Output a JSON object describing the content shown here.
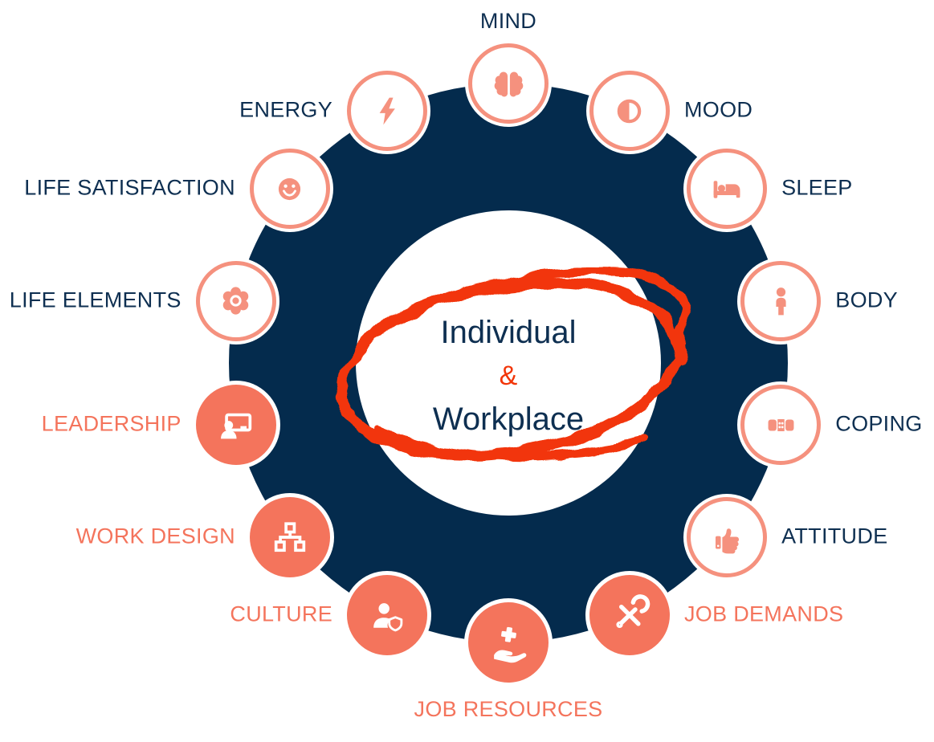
{
  "center": {
    "line1": "Individual",
    "line2": "&",
    "line3": "Workplace"
  },
  "colors": {
    "navy_ring": "#042B4D",
    "label_navy": "#0E2F51",
    "salmon_light": "#F5917E",
    "coral": "#F4745C",
    "scribble_red": "#F23508",
    "white": "#FFFFFF"
  },
  "wheel": {
    "nodes": [
      {
        "label": "MIND",
        "icon": "brain-icon",
        "variant": "outline",
        "label_position": "top"
      },
      {
        "label": "MOOD",
        "icon": "contrast-icon",
        "variant": "outline",
        "label_position": "right"
      },
      {
        "label": "SLEEP",
        "icon": "bed-icon",
        "variant": "outline",
        "label_position": "right"
      },
      {
        "label": "BODY",
        "icon": "person-icon",
        "variant": "outline",
        "label_position": "right"
      },
      {
        "label": "COPING",
        "icon": "bandage-icon",
        "variant": "outline",
        "label_position": "right"
      },
      {
        "label": "ATTITUDE",
        "icon": "thumbs-up-icon",
        "variant": "outline",
        "label_position": "right"
      },
      {
        "label": "JOB DEMANDS",
        "icon": "tools-icon",
        "variant": "solid",
        "label_position": "right"
      },
      {
        "label": "JOB RESOURCES",
        "icon": "hand-plus-icon",
        "variant": "solid",
        "label_position": "bottom"
      },
      {
        "label": "CULTURE",
        "icon": "user-shield-icon",
        "variant": "solid",
        "label_position": "left"
      },
      {
        "label": "WORK DESIGN",
        "icon": "sitemap-icon",
        "variant": "solid",
        "label_position": "left"
      },
      {
        "label": "LEADERSHIP",
        "icon": "presenter-icon",
        "variant": "solid",
        "label_position": "left"
      },
      {
        "label": "LIFE ELEMENTS",
        "icon": "atom-icon",
        "variant": "outline",
        "label_position": "left"
      },
      {
        "label": "LIFE SATISFACTION",
        "icon": "smiley-icon",
        "variant": "outline",
        "label_position": "left"
      },
      {
        "label": "ENERGY",
        "icon": "bolt-icon",
        "variant": "outline",
        "label_position": "left"
      }
    ]
  }
}
